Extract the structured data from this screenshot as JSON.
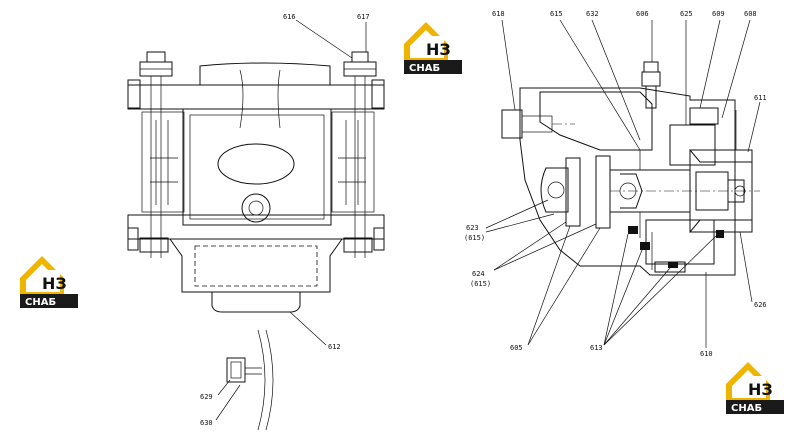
{
  "left_view": {
    "callouts": [
      "616",
      "617",
      "612",
      "629",
      "630"
    ]
  },
  "right_view": {
    "callouts": [
      "618",
      "615",
      "632",
      "606",
      "625",
      "609",
      "608",
      "611",
      "623",
      "615",
      "624",
      "615",
      "605",
      "613",
      "610",
      "626"
    ]
  },
  "callout_text": {
    "c616": "616",
    "c617": "617",
    "c612": "612",
    "c629": "629",
    "c630": "630",
    "c618": "618",
    "c615": "615",
    "c632": "632",
    "c606": "606",
    "c625": "625",
    "c609": "609",
    "c608": "608",
    "c611": "611",
    "c623": "623",
    "c623b": "(615)",
    "c624": "624",
    "c624b": "(615)",
    "c605": "605",
    "c613": "613",
    "c610": "610",
    "c626": "626"
  },
  "watermark": {
    "letters": "НЗ",
    "word": "СНАБ",
    "accent_color": "#f0b400",
    "dark_color": "#1a1a1a"
  }
}
